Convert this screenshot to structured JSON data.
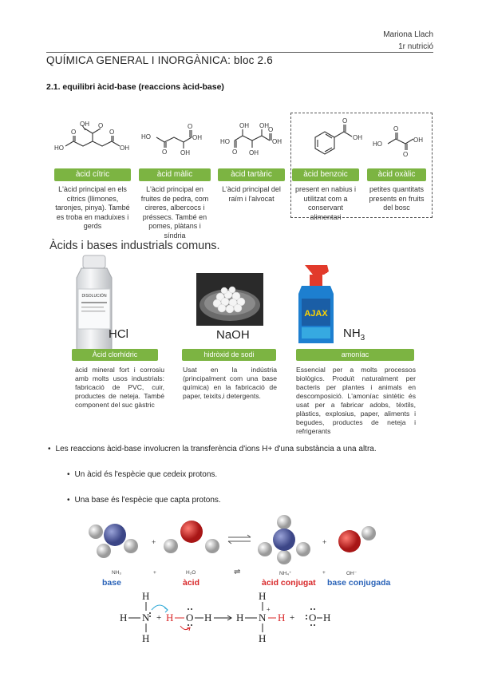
{
  "header": {
    "author": "Mariona Llach",
    "course": "1r nutrició"
  },
  "doc_title": "QUÍMICA GENERAL I INORGÀNICA: bloc 2.6",
  "section_title": "2.1. equilibri àcid-base (reaccions àcid-base)",
  "organic_acids": [
    {
      "name": "àcid cítric",
      "desc": "L'àcid principal en els cítrics (llimones, taronjes, pinya). També es troba en maduixes i gerds"
    },
    {
      "name": "àcid màlic",
      "desc": "L'àcid principal en fruites de pedra, com cireres, albercocs i préssecs. També en pomes, plàtans i síndria"
    },
    {
      "name": "àcid tartàric",
      "desc": "L'àcid principal del raïm i l'alvocat"
    },
    {
      "name": "àcid benzoic",
      "desc": "present en nabius i utilitzat com a conservant alimentari"
    },
    {
      "name": "àcid oxàlic",
      "desc": "petites quantitats presents en fruits del bosc"
    }
  ],
  "struct_labels": {
    "OH": "OH",
    "HO": "HO",
    "O": "O"
  },
  "industrial_heading": "Àcids i bases industrials comuns.",
  "industrial": [
    {
      "formula": "HCl",
      "name": "Àcid clorhídric",
      "desc": "àcid mineral fort i corrosiu amb molts usos industrials: fabricació de PVC, cuir, productes de neteja. També component del suc gàstric"
    },
    {
      "formula": "NaOH",
      "name": "hidròxid de sodi",
      "desc": "Usat en la indústria (principalment com una base química) en la fabricació de paper, teixits,i detergents."
    },
    {
      "formula_main": "NH",
      "formula_sub": "3",
      "name": "amoníac",
      "desc": "Essencial per a molts processos biològics. Produït naturalment per bacteris per plantes i animals en descomposició. L'amoníac sintètic és usat per a fabricar adobs, tèxtils, plàstics, explosius, paper, aliments i begudes, productes de neteja i refrigerants"
    }
  ],
  "product_labels": {
    "bottle_brand": "DISOLUCIÓN",
    "spray_brand": "AJAX"
  },
  "bullets": {
    "main": "Les reaccions àcid-base involucren la transferència d'ions H+ d'una substància a una altra.",
    "acid": "Un àcid és l'espècie que cedeix protons.",
    "base": "Una base és l'espècie que capta protons."
  },
  "reaction": {
    "species_small": [
      "NH₃",
      "+",
      "H₂O",
      "⇌",
      "NH₄⁺",
      "+",
      "OH⁻"
    ],
    "roles": {
      "base": "base",
      "acid": "àcid",
      "conj_acid": "àcid conjugat",
      "conj_base": "base conjugada"
    },
    "colors": {
      "base": "#2a63b8",
      "acid": "#d8282a",
      "conj_acid": "#d8282a",
      "conj_base": "#2a63b8",
      "green": "#7cb442",
      "nitrogen": "#4f5aa0",
      "oxygen": "#cc1f1f"
    },
    "lewis": {
      "H": "H",
      "N": "N",
      "O": "O",
      "plus": "+",
      "cation_plus": "+"
    }
  }
}
